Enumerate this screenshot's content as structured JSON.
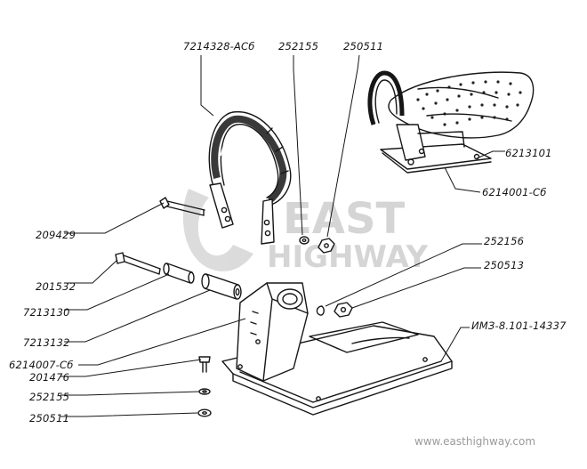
{
  "parts": {
    "p_7214328": "7214328-АСб",
    "p_252155_top": "252155",
    "p_250511_top": "250511",
    "p_6213101": "6213101",
    "p_6214001": "6214001-Сб",
    "p_209429": "209429",
    "p_252156": "252156",
    "p_250513": "250513",
    "p_201532": "201532",
    "p_7213130": "7213130",
    "p_imz": "ИМЗ-8.101-14337",
    "p_7213132": "7213132",
    "p_6214007": "6214007-Сб",
    "p_201476": "201476",
    "p_252155_bot": "252155",
    "p_250511_bot": "250511"
  },
  "watermark": {
    "line1": "EAST",
    "line2": "HIGHWAY",
    "url": "www.easthighway.com"
  }
}
